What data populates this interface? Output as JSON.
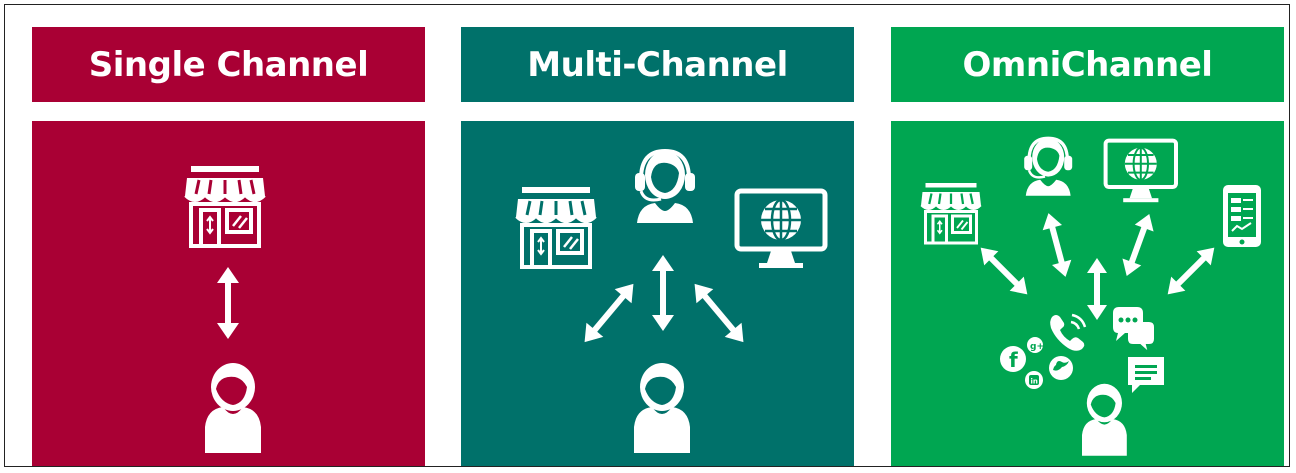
{
  "columns": [
    {
      "title": "Single Channel",
      "color": "#a90034",
      "icons": [
        "store-icon",
        "person-icon"
      ]
    },
    {
      "title": "Multi-Channel",
      "color": "#00716a",
      "icons": [
        "store-icon",
        "headset-agent-icon",
        "web-monitor-icon",
        "person-icon"
      ]
    },
    {
      "title": "OmniChannel",
      "color": "#00a651",
      "icons": [
        "store-icon",
        "headset-agent-icon",
        "web-monitor-icon",
        "mobile-app-icon",
        "phone-call-icon",
        "chat-bubbles-icon",
        "social-media-icons",
        "message-icon",
        "person-icon"
      ]
    }
  ]
}
